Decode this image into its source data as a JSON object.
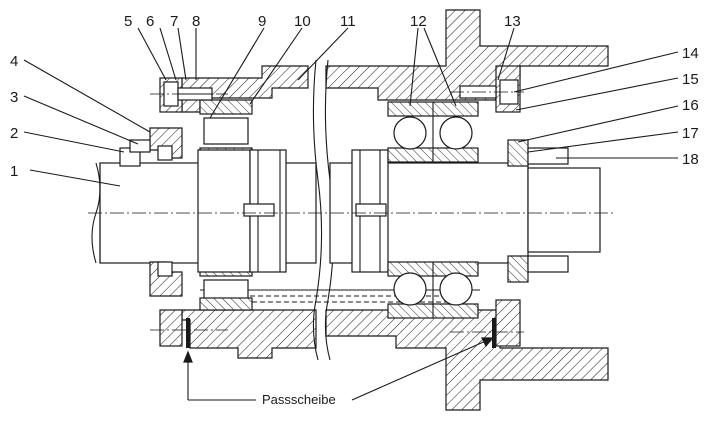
{
  "labels": {
    "n1": "1",
    "n2": "2",
    "n3": "3",
    "n4": "4",
    "n5": "5",
    "n6": "6",
    "n7": "7",
    "n8": "8",
    "n9": "9",
    "n10": "10",
    "n11": "11",
    "n12": "12",
    "n13": "13",
    "n14": "14",
    "n15": "15",
    "n16": "16",
    "n17": "17",
    "n18": "18"
  },
  "caption": "Passscheibe"
}
